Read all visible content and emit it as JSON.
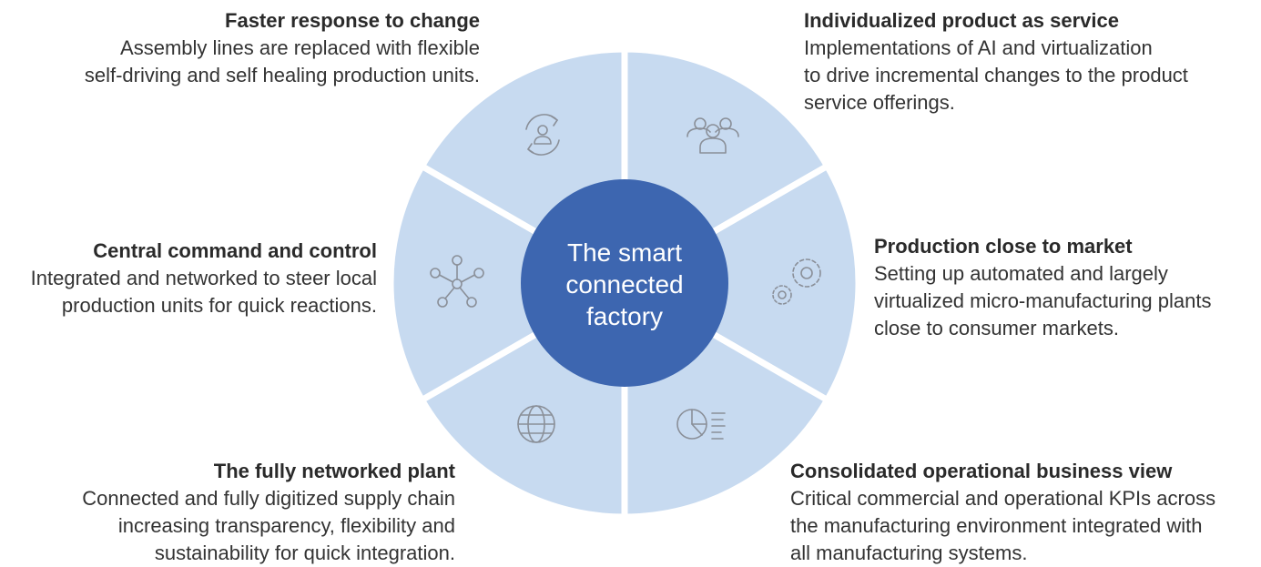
{
  "center": {
    "title": "The smart\nconnected\nfactory"
  },
  "colors": {
    "segment": "#c7daf0",
    "segment_gap": "#ffffff",
    "hub": "#3d66b0",
    "icon_stroke": "#8a8f98"
  },
  "segments": [
    {
      "title": "Individualized product as service",
      "description": "Implementations of AI and virtualization\nto drive incremental changes to the product\nservice offerings.",
      "icon": "people-group-icon"
    },
    {
      "title": "Production close to market",
      "description": "Setting up automated and largely\nvirtualized micro-manufacturing plants\nclose to consumer markets.",
      "icon": "gears-icon"
    },
    {
      "title": "Consolidated operational business view",
      "description": "Critical commercial and operational KPIs across\nthe manufacturing environment integrated with\nall manufacturing systems.",
      "icon": "pie-chart-report-icon"
    },
    {
      "title": "The fully networked plant",
      "description": "Connected and fully digitized supply chain\nincreasing transparency, flexibility and\nsustainability for quick integration.",
      "icon": "globe-icon"
    },
    {
      "title": "Central command and control",
      "description": "Integrated and networked to steer local\nproduction units for quick reactions.",
      "icon": "network-hub-icon"
    },
    {
      "title": "Faster response to change",
      "description": "Assembly lines are replaced with flexible\nself-driving and self healing production units.",
      "icon": "user-cycle-icon"
    }
  ]
}
